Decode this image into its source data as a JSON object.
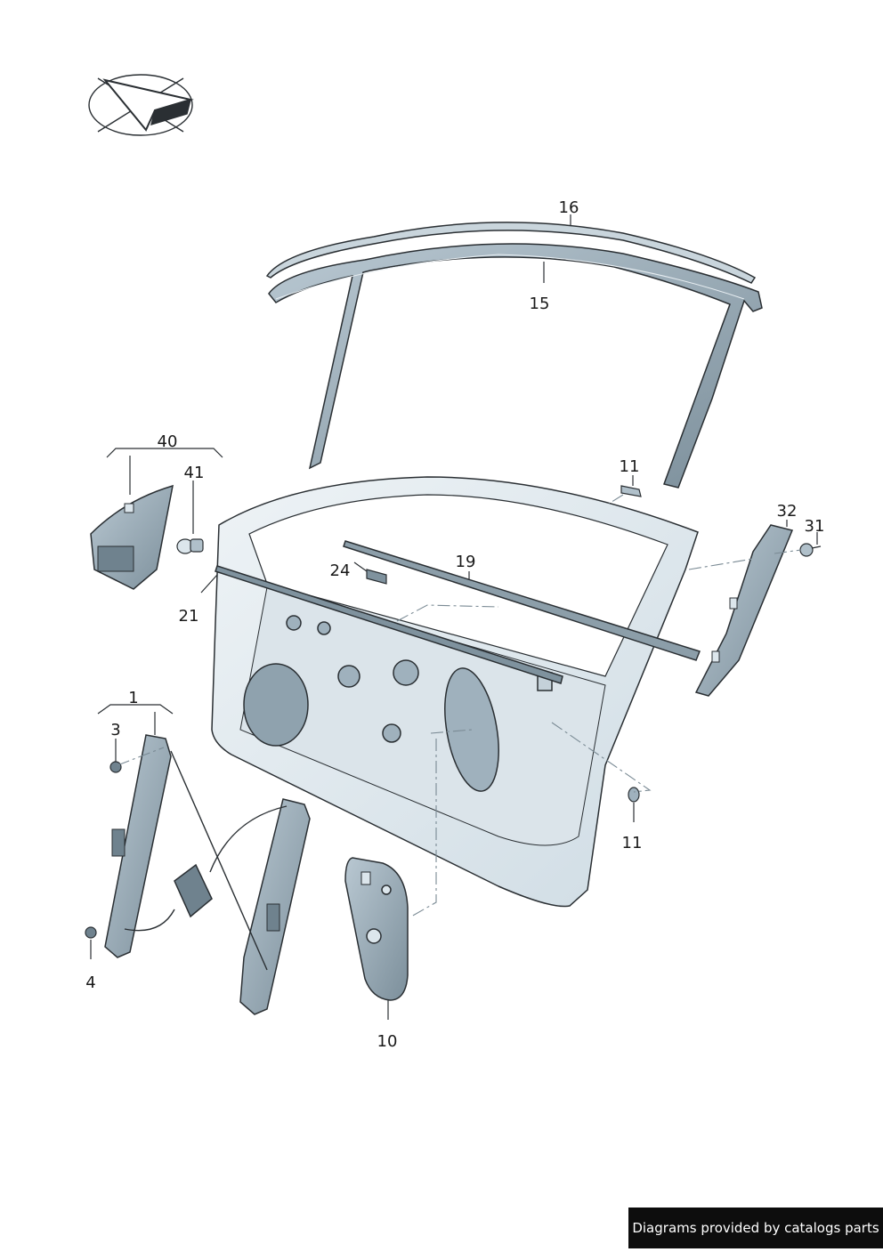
{
  "diagram": {
    "part_labels": [
      {
        "id": "p16",
        "text": "16"
      },
      {
        "id": "p15",
        "text": "15"
      },
      {
        "id": "p40",
        "text": "40"
      },
      {
        "id": "p41",
        "text": "41"
      },
      {
        "id": "p11a",
        "text": "11"
      },
      {
        "id": "p32",
        "text": "32"
      },
      {
        "id": "p31",
        "text": "31"
      },
      {
        "id": "p19",
        "text": "19"
      },
      {
        "id": "p24",
        "text": "24"
      },
      {
        "id": "p21",
        "text": "21"
      },
      {
        "id": "p1",
        "text": "1"
      },
      {
        "id": "p3",
        "text": "3"
      },
      {
        "id": "p11b",
        "text": "11"
      },
      {
        "id": "p4",
        "text": "4"
      },
      {
        "id": "p10",
        "text": "10"
      }
    ]
  },
  "footer": {
    "credit": "Diagrams provided by catalogs parts"
  },
  "colors": {
    "line": "#2a2f33",
    "door_fill": "#dce6ec",
    "part_fill": "#9fb1bd",
    "part_dark": "#6f828e",
    "dash": "#7a8a94"
  }
}
